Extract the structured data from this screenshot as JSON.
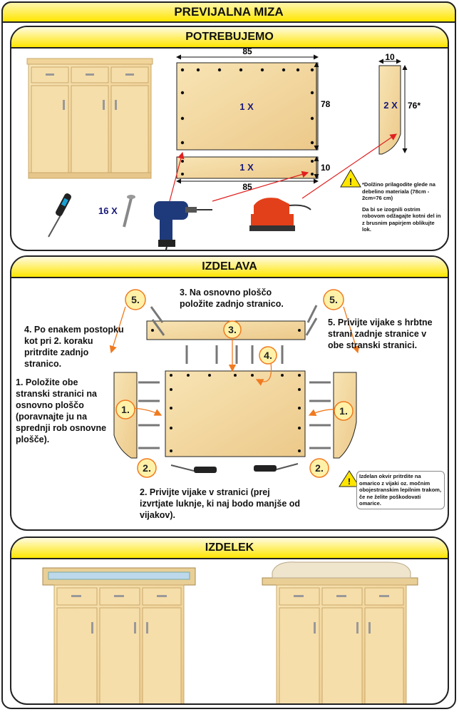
{
  "title": "PREVIJALNA MIZA",
  "sections": {
    "needs": "POTREBUJEMO",
    "build": "IZDELAVA",
    "product": "IZDELEK"
  },
  "parts": {
    "top_width": "85",
    "top_height": "78",
    "top_qty": "1 X",
    "back_qty": "1 X",
    "back_height": "10",
    "back_width": "85",
    "side_width": "10",
    "side_qty": "2 X",
    "side_height": "76*",
    "screws_qty": "16 X"
  },
  "notes": {
    "length_note_1": "*Dolžino prilagodite glede na debelino materiala (78cm - 2cm=76 cm)",
    "length_note_2": "Da bi se izognili ostrim robovom odžagajte kotni del in z brusnim papirjem oblikujte lok.",
    "frame_note": "Izdelan okvir pritrdite na omarico z vijaki oz. močnim obojestranskim lepilnim trakom, če ne želite poškodovati omarice."
  },
  "steps": {
    "step1": "1. Položite obe stranski stranici na osnovno ploščo (poravnajte ju na sprednji rob osnovne plošče).",
    "step2": "2. Privijte vijake v stranici (prej izvrtjate luknje, ki naj bodo manjše od vijakov).",
    "step3": "3. Na osnovno ploščo položite zadnjo stranico.",
    "step4": "4. Po enakem postopku kot pri 2. koraku pritrdite zadnjo stranico.",
    "step5": "5. Privijte vijake s hrbtne strani zadnje stranice v obe stranski stranici."
  },
  "badges": {
    "b1": "1.",
    "b2": "2.",
    "b3": "3.",
    "b4": "4.",
    "b5": "5."
  },
  "colors": {
    "accent_yellow": "#ffe600",
    "wood": "#f3d9a0",
    "arrow_red": "#e02020",
    "arrow_orange": "#f07a20",
    "label_blue": "#1a1a7a"
  }
}
